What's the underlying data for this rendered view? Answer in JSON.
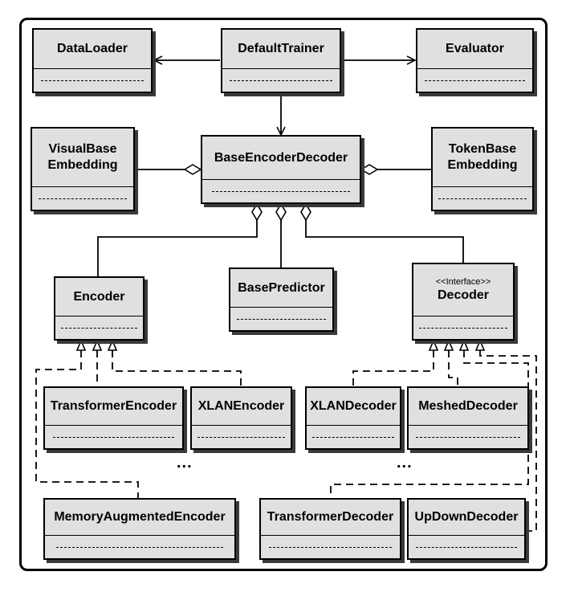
{
  "classes": {
    "dataloader": {
      "name": "DataLoader"
    },
    "defaulttrainer": {
      "name": "DefaultTrainer"
    },
    "evaluator": {
      "name": "Evaluator"
    },
    "visualbase": {
      "name_line1": "VisualBase",
      "name_line2": "Embedding"
    },
    "baseencoderdecoder": {
      "name": "BaseEncoderDecoder"
    },
    "tokenbase": {
      "name_line1": "TokenBase",
      "name_line2": "Embedding"
    },
    "encoder": {
      "name": "Encoder"
    },
    "basepredictor": {
      "name": "BasePredictor"
    },
    "decoder": {
      "stereotype": "<<Interface>>",
      "name": "Decoder"
    },
    "transformerencoder": {
      "name": "TransformerEncoder"
    },
    "xlanencoder": {
      "name": "XLANEncoder"
    },
    "xlandecoder": {
      "name": "XLANDecoder"
    },
    "mesheddecoder": {
      "name": "MeshedDecoder"
    },
    "memoryaugmentedencoder": {
      "name": "MemoryAugmentedEncoder"
    },
    "transformerdecoder": {
      "name": "TransformerDecoder"
    },
    "updowndecoder": {
      "name": "UpDownDecoder"
    }
  },
  "ellipsis": {
    "encoders": "...",
    "decoders": "..."
  }
}
